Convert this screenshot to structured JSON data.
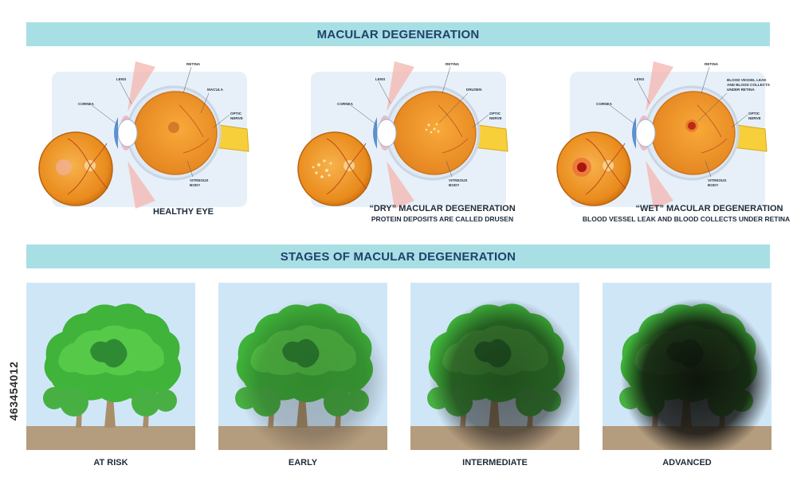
{
  "banners": {
    "top": "MACULAR DEGENERATION",
    "bottom": "STAGES OF MACULAR DEGENERATION"
  },
  "eye_panels": [
    {
      "caption": "HEALTHY EYE",
      "subcaption": "",
      "labels": {
        "lens": "LENS",
        "cornea": "CORNEA",
        "retina": "RETINA",
        "feature": "MACULA",
        "optic1": "OPTIC",
        "optic2": "NERVE",
        "vit1": "VITREOUS",
        "vit2": "BODY"
      }
    },
    {
      "caption": "“DRY” MACULAR DEGENERATION",
      "subcaption": "PROTEIN DEPOSITS ARE CALLED DRUSEN",
      "labels": {
        "lens": "LENS",
        "cornea": "CORNEA",
        "retina": "RETINA",
        "feature": "DRUSEN",
        "optic1": "OPTIC",
        "optic2": "NERVE",
        "vit1": "VITREOUS",
        "vit2": "BODY"
      }
    },
    {
      "caption": "“WET” MACULAR DEGENERATION",
      "subcaption": "BLOOD VESSEL LEAK AND BLOOD COLLECTS UNDER RETINA",
      "labels": {
        "lens": "LENS",
        "cornea": "CORNEA",
        "retina": "RETINA",
        "feature1": "BLOOD VESSEL LEAK",
        "feature2": "AND BLOOD COLLECTS",
        "feature3": "UNDER RETINA",
        "optic1": "OPTIC",
        "optic2": "NERVE",
        "vit1": "VITREOUS",
        "vit2": "BODY"
      }
    }
  ],
  "stages": [
    {
      "label": "AT RISK",
      "darkness": 0
    },
    {
      "label": "EARLY",
      "darkness": 0.25
    },
    {
      "label": "INTERMEDIATE",
      "darkness": 0.6
    },
    {
      "label": "ADVANCED",
      "darkness": 0.95
    }
  ],
  "side_id": "463454012",
  "colors": {
    "banner": "#a7dfe5",
    "banner_text": "#22416b",
    "sky": "#cfe6f7",
    "ground": "#b49c7e",
    "eye_orange": "#f59a2e",
    "fundus": "#f2a23a",
    "optic_nerve": "#f7cf3a"
  }
}
